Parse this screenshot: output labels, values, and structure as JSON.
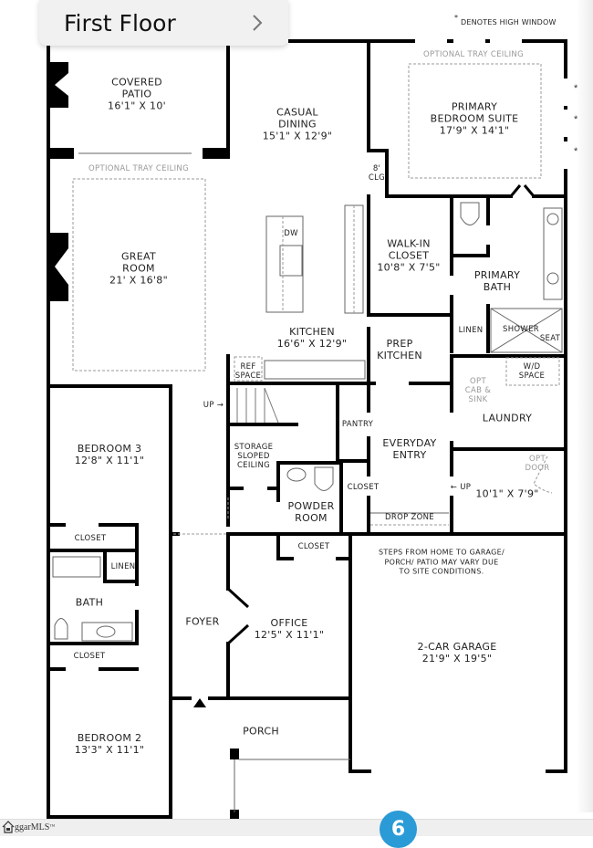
{
  "header": {
    "floor_title": "First Floor",
    "next_icon": "chevron-right-icon"
  },
  "legend": {
    "high_window_symbol": "*",
    "high_window_text": "DENOTES HIGH WINDOW"
  },
  "rooms": {
    "covered_patio": {
      "name": "COVERED\nPATIO",
      "size": "16'1\" X 10'"
    },
    "casual_dining": {
      "name": "CASUAL\nDINING",
      "size": "15'1\" X 12'9\""
    },
    "primary_bedroom": {
      "name": "PRIMARY\nBEDROOM SUITE",
      "size": "17'9\" X 14'1\""
    },
    "great_room": {
      "name": "GREAT\nROOM",
      "size": "21' X 16'8\""
    },
    "walk_in_closet": {
      "name": "WALK-IN\nCLOSET",
      "size": "10'8\" X 7'5\""
    },
    "primary_bath": {
      "name": "PRIMARY\nBATH"
    },
    "kitchen": {
      "name": "KITCHEN",
      "size": "16'6\" X 12'9\""
    },
    "prep_kitchen": {
      "name": "PREP\nKITCHEN"
    },
    "linen_primary": {
      "name": "LINEN"
    },
    "shower": {
      "name": "SHOWER"
    },
    "seat": {
      "name": "SEAT"
    },
    "wd_space": {
      "name": "W/D\nSPACE"
    },
    "opt_cab_sink": {
      "name": "OPT\nCAB &\nSINK"
    },
    "laundry": {
      "name": "LAUNDRY"
    },
    "bedroom3": {
      "name": "BEDROOM 3",
      "size": "12'8\" X 11'1\""
    },
    "storage": {
      "name": "STORAGE\nSLOPED\nCEILING"
    },
    "pantry": {
      "name": "PANTRY"
    },
    "everyday_entry": {
      "name": "EVERYDAY\nENTRY"
    },
    "closet_entry": {
      "name": "CLOSET"
    },
    "drop_zone": {
      "name": "DROP ZONE"
    },
    "powder_room": {
      "name": "POWDER\nROOM"
    },
    "garage_entry_area": {
      "size": "10'1\" X 7'9\""
    },
    "opt_door": {
      "name": "OPT\nDOOR"
    },
    "closet_bed3": {
      "name": "CLOSET"
    },
    "linen_hall": {
      "name": "LINEN"
    },
    "bath": {
      "name": "BATH"
    },
    "closet_bed2": {
      "name": "CLOSET"
    },
    "closet_office": {
      "name": "CLOSET"
    },
    "foyer": {
      "name": "FOYER"
    },
    "office": {
      "name": "OFFICE",
      "size": "12'5\" X 11'1\""
    },
    "garage": {
      "name": "2-CAR GARAGE",
      "size": "21'9\" X 19'5\""
    },
    "bedroom2": {
      "name": "BEDROOM 2",
      "size": "13'3\" X 11'1\""
    },
    "porch": {
      "name": "PORCH"
    }
  },
  "annotations": {
    "tray_ceiling_primary": "OPTIONAL TRAY CEILING",
    "tray_ceiling_great": "OPTIONAL TRAY CEILING",
    "clg_8": "8'\nCLG",
    "dw": "DW",
    "ref_space": "REF\nSPACE",
    "up_stairs": "UP",
    "up_garage": "UP",
    "garage_note": "STEPS FROM HOME TO GARAGE/\nPORCH/ PATIO MAY VARY DUE\nTO SITE CONDITIONS."
  },
  "footer": {
    "mls_brand": "ggarMLS",
    "mls_tm": "™",
    "page_badge": "6",
    "badge_color": "#2a9bd6"
  }
}
